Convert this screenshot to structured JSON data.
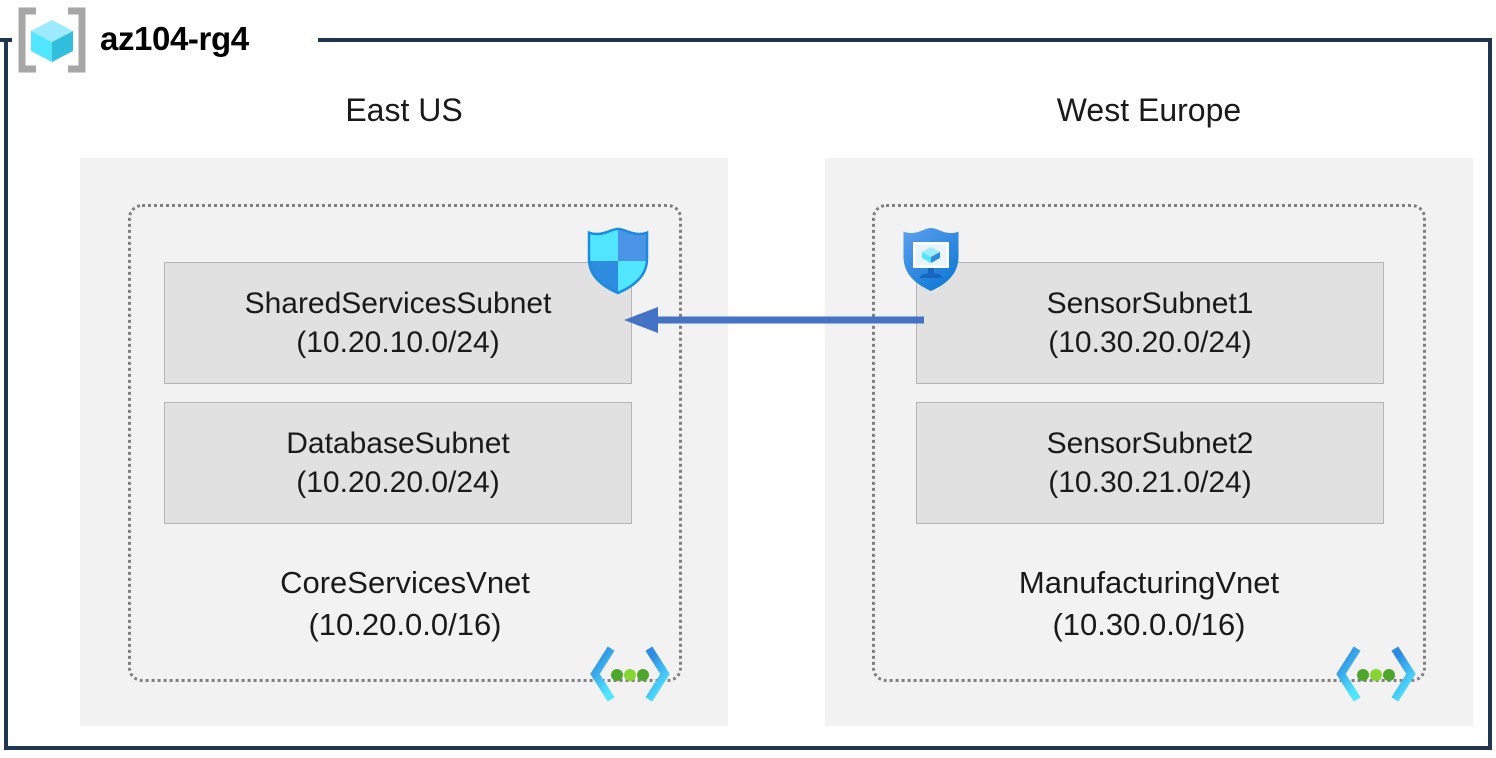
{
  "resource_group": {
    "name": "az104-rg4",
    "icon": "resource-group-cube-icon"
  },
  "colors": {
    "frame_border": "#1F3550",
    "region_fill": "#F2F2F2",
    "vnet_border": "#808080",
    "subnet_fill": "#E1E1E1",
    "subnet_border": "#B4B4B4",
    "arrow": "#4472C4",
    "azure_blue": "#0078D4",
    "cyan": "#32D4F5",
    "green_dot": "#4CA72C"
  },
  "regions": [
    {
      "id": "east-us",
      "label": "East US",
      "vnet": {
        "name": "CoreServicesVnet",
        "address_space": "(10.20.0.0/16)",
        "icon": "virtual-network-icon",
        "subnets": [
          {
            "name": "SharedServicesSubnet",
            "address_prefix": "(10.20.10.0/24)",
            "icon": "network-security-group-shield-icon"
          },
          {
            "name": "DatabaseSubnet",
            "address_prefix": "(10.20.20.0/24)",
            "icon": null
          }
        ]
      }
    },
    {
      "id": "west-europe",
      "label": "West Europe",
      "vnet": {
        "name": "ManufacturingVnet",
        "address_space": "(10.30.0.0/16)",
        "icon": "virtual-network-icon",
        "subnets": [
          {
            "name": "SensorSubnet1",
            "address_prefix": "(10.30.20.0/24)",
            "icon": "defender-for-servers-shield-icon"
          },
          {
            "name": "SensorSubnet2",
            "address_prefix": "(10.30.21.0/24)",
            "icon": null
          }
        ]
      }
    }
  ],
  "connection": {
    "icon": "peering-arrow-left-icon",
    "direction": "right-to-left",
    "label": ""
  }
}
